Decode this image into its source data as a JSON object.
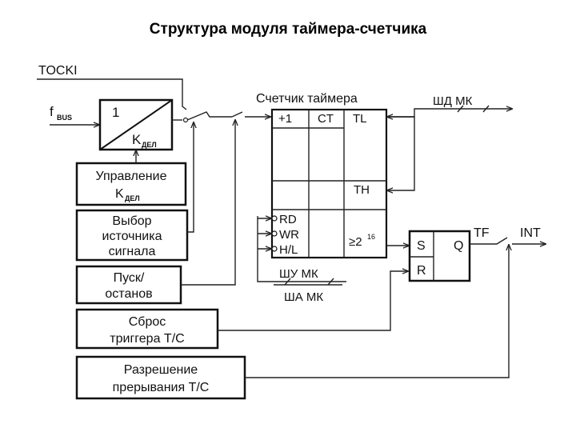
{
  "title": "Структура модуля таймера-счетчика",
  "inputs": {
    "tocki": "TOCKI",
    "fbus_main": "f",
    "fbus_sub": "BUS"
  },
  "divider": {
    "ratio": "1",
    "k_main": "K",
    "k_sub": "ДЕЛ"
  },
  "control_blocks": {
    "divider_control_line1": "Управление",
    "divider_control_k": "K",
    "divider_control_sub": "ДЕЛ",
    "source_select_line1": "Выбор",
    "source_select_line2": "источника",
    "source_select_line3": "сигнала",
    "start_stop_line1": "Пуск/",
    "start_stop_line2": "останов",
    "reset_line1": "Сброс",
    "reset_line2": "триггера Т/С",
    "irq_enable_line1": "Разрешение",
    "irq_enable_line2": "прерывания Т/С"
  },
  "counter": {
    "caption": "Счетчик таймера",
    "plus_one": "+1",
    "ct": "CT",
    "tl": "TL",
    "th": "TH",
    "rd": "RD",
    "wr": "WR",
    "hl": "H/L",
    "overflow": "≥2",
    "overflow_exp": "16"
  },
  "buses": {
    "data_bus": "ШД МК",
    "control_bus": "ШУ МК",
    "address_bus": "ША МК"
  },
  "trigger": {
    "s": "S",
    "r": "R",
    "q": "Q",
    "tf": "TF",
    "int": "INT"
  }
}
